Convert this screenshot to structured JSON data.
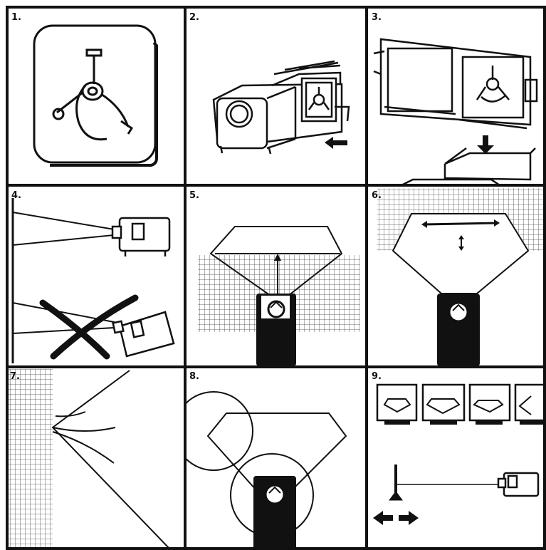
{
  "panels": [
    {
      "number": "1."
    },
    {
      "number": "2."
    },
    {
      "number": "3."
    },
    {
      "number": "4."
    },
    {
      "number": "5."
    },
    {
      "number": "6."
    },
    {
      "number": "7."
    },
    {
      "number": "8."
    },
    {
      "number": "9."
    }
  ],
  "colors": {
    "ink": "#111111",
    "paper": "#ffffff",
    "grid": "#555555"
  }
}
